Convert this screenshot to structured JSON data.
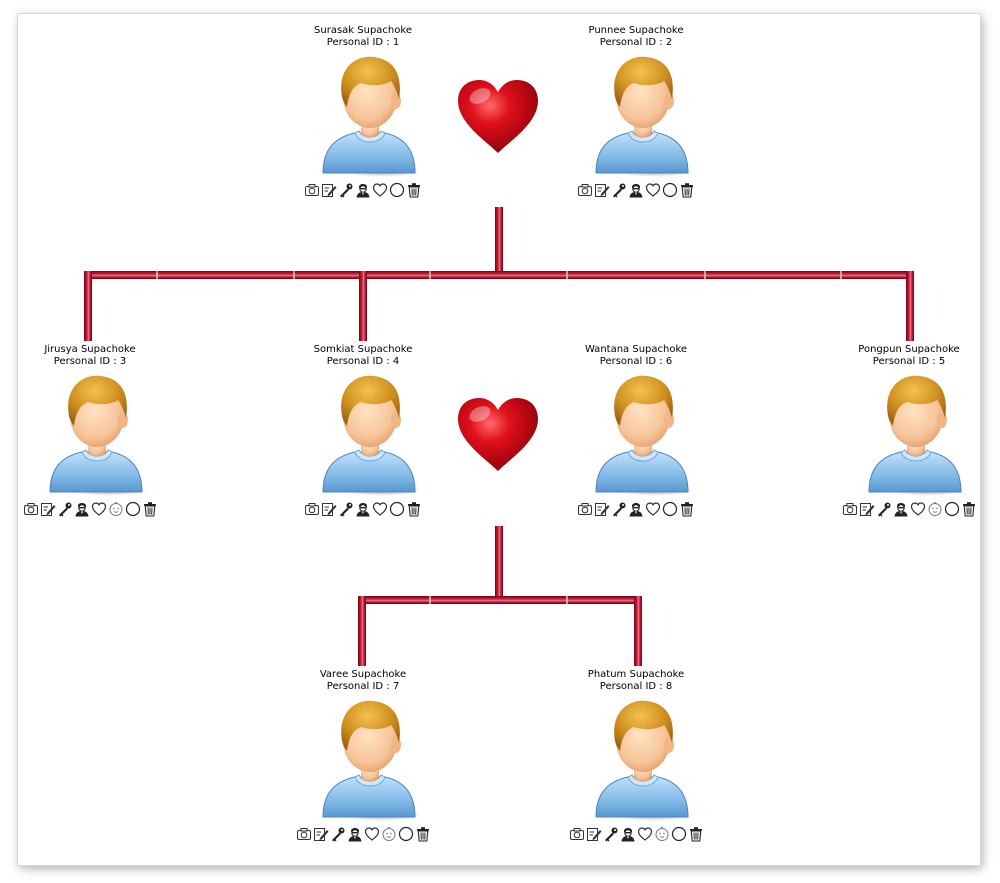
{
  "people": [
    {
      "id": "p1",
      "name": "Surasak Supachoke",
      "pid": "Personal ID : 1",
      "face_icon": false
    },
    {
      "id": "p2",
      "name": "Punnee Supachoke",
      "pid": "Personal ID : 2",
      "face_icon": false
    },
    {
      "id": "p3",
      "name": "Jirusya Supachoke",
      "pid": "Personal ID : 3",
      "face_icon": true
    },
    {
      "id": "p4",
      "name": "Somkiat Supachoke",
      "pid": "Personal ID : 4",
      "face_icon": false
    },
    {
      "id": "p6",
      "name": "Wantana Supachoke",
      "pid": "Personal ID : 6",
      "face_icon": false
    },
    {
      "id": "p5",
      "name": "Pongpun Supachoke",
      "pid": "Personal ID : 5",
      "face_icon": true
    },
    {
      "id": "p7",
      "name": "Varee Supachoke",
      "pid": "Personal ID : 7",
      "face_icon": true
    },
    {
      "id": "p8",
      "name": "Phatum Supachoke",
      "pid": "Personal ID : 8",
      "face_icon": true
    }
  ],
  "toolbar_icons": [
    "camera-icon",
    "edit-icon",
    "key-icon",
    "user-admin-icon",
    "heart-outline-icon",
    "baby-face-icon",
    "circle-icon",
    "trash-icon"
  ],
  "colors": {
    "connector": "#a8112c",
    "heart": "#d40012",
    "shirt": "#8fc3ec",
    "hair": "#c68a1e",
    "skin": "#f9caa1"
  }
}
